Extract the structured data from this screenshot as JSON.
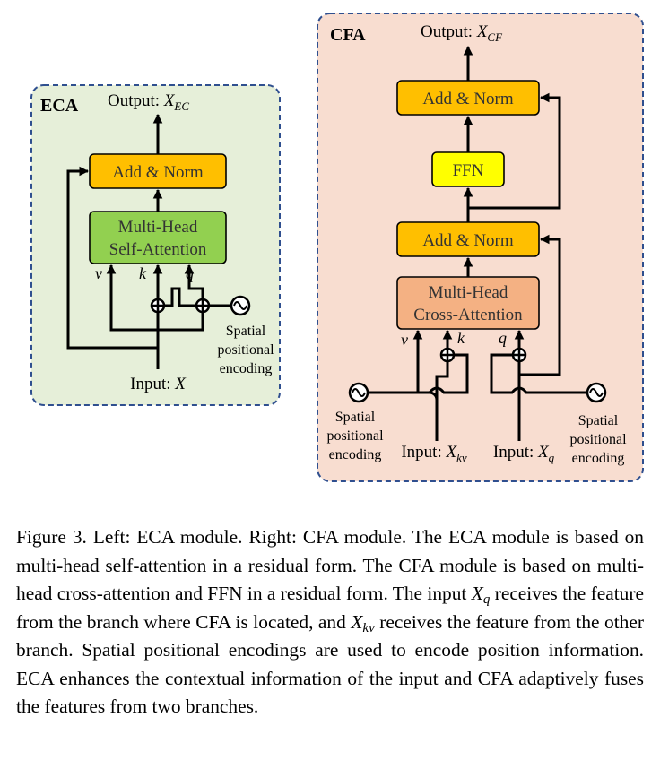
{
  "eca": {
    "title": "ECA",
    "output_label": "Output: ",
    "output_var": "X",
    "output_sub": "EC",
    "add_norm": "Add & Norm",
    "attention_line1": "Multi-Head",
    "attention_line2": "Self-Attention",
    "v": "v",
    "k": "k",
    "q": "q",
    "spatial_line1": "Spatial",
    "spatial_line2": "positional",
    "spatial_line3": "encoding",
    "input_label": "Input: ",
    "input_var": "X"
  },
  "cfa": {
    "title": "CFA",
    "output_label": "Output: ",
    "output_var": "X",
    "output_sub": "CF",
    "add_norm_top": "Add & Norm",
    "ffn": "FFN",
    "add_norm_bottom": "Add & Norm",
    "attention_line1": "Multi-Head",
    "attention_line2": "Cross-Attention",
    "v": "v",
    "k": "k",
    "q": "q",
    "spatial_left_line1": "Spatial",
    "spatial_left_line2": "positional",
    "spatial_left_line3": "encoding",
    "spatial_right_line1": "Spatial",
    "spatial_right_line2": "positional",
    "spatial_right_line3": "encoding",
    "input_kv_label": "Input: ",
    "input_kv_var": "X",
    "input_kv_sub": "kv",
    "input_q_label": "Input: ",
    "input_q_var": "X",
    "input_q_sub": "q"
  },
  "colors": {
    "eca_background": "#e6efd9",
    "cfa_background": "#f8ddd0",
    "panel_border": "#2f4f8f",
    "add_norm": "#ffbf00",
    "self_attention": "#92d050",
    "cross_attention": "#f4b183",
    "ffn": "#ffff00"
  },
  "caption": {
    "s1": "Figure 3. Left: ECA module. Right: CFA module. The ECA module is based on multi-head self-attention in a residual form. The CFA module is based on multi-head cross-attention and FFN in a residual form. The input ",
    "xq_var": "X",
    "xq_sub": "q",
    "s2": " receives the feature from the branch where CFA is located, and ",
    "xkv_var": "X",
    "xkv_sub": "kv",
    "s3": " receives the feature from the other branch. Spatial positional encodings are used to encode position information. ECA enhances the contextual information of the input and CFA adaptively fuses the features from two branches."
  }
}
